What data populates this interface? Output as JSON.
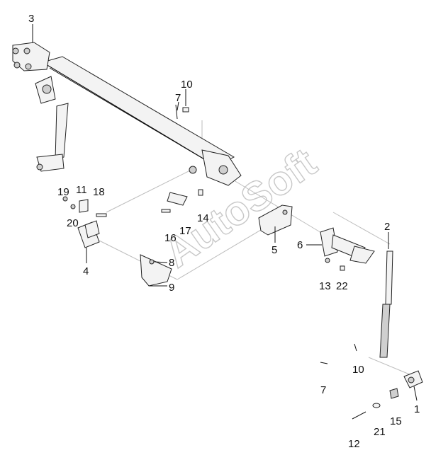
{
  "watermark": "AutoSoft",
  "callouts": {
    "c1": "1",
    "c2": "2",
    "c3": "3",
    "c4": "4",
    "c5": "5",
    "c6": "6",
    "c7a": "7",
    "c7b": "7",
    "c8": "8",
    "c9": "9",
    "c10a": "10",
    "c10b": "10",
    "c11": "11",
    "c12": "12",
    "c13": "13",
    "c14": "14",
    "c15": "15",
    "c16": "16",
    "c17": "17",
    "c18": "18",
    "c19": "19",
    "c20": "20",
    "c21": "21",
    "c22": "22"
  }
}
